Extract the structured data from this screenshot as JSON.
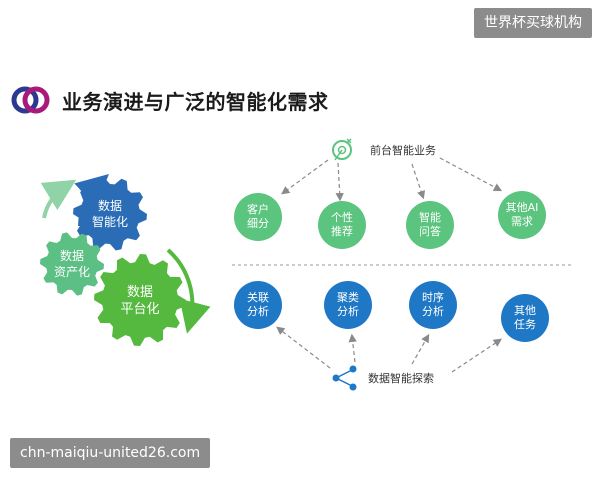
{
  "watermarks": {
    "top_right": "世界杯买球机构",
    "bottom_left": "chn-maiqiu-united26.com"
  },
  "title": "业务演进与广泛的智能化需求",
  "gears": [
    {
      "line1": "数据",
      "line2": "智能化",
      "color": "#2a6db6"
    },
    {
      "line1": "数据",
      "line2": "资产化",
      "color": "#5cbf84"
    },
    {
      "line1": "数据",
      "line2": "平台化",
      "color": "#56b93f"
    }
  ],
  "front": {
    "label": "前台智能业务",
    "icon": "target-icon",
    "nodes": [
      {
        "line1": "客户",
        "line2": "细分",
        "color": "#5bc47e"
      },
      {
        "line1": "个性",
        "line2": "推荐",
        "color": "#5bc47e"
      },
      {
        "line1": "智能",
        "line2": "问答",
        "color": "#5bc47e"
      },
      {
        "line1": "其他AI",
        "line2": "需求",
        "color": "#5bc47e"
      }
    ]
  },
  "back": {
    "label": "数据智能探索",
    "icon": "share-network-icon",
    "nodes": [
      {
        "line1": "关联",
        "line2": "分析",
        "color": "#1f78c6"
      },
      {
        "line1": "聚类",
        "line2": "分析",
        "color": "#1f78c6"
      },
      {
        "line1": "时序",
        "line2": "分析",
        "color": "#1f78c6"
      },
      {
        "line1": "其他",
        "line2": "任务",
        "color": "#1f78c6"
      }
    ]
  }
}
